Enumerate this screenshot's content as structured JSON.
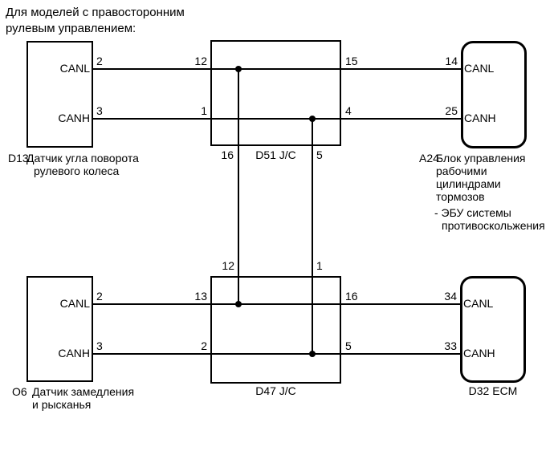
{
  "title": {
    "line1": "Для моделей с правосторонним",
    "line2": "рулевым управлением:"
  },
  "colors": {
    "line": "#000000",
    "background": "#ffffff",
    "text": "#000000"
  },
  "components": {
    "d13": {
      "code": "D13",
      "name_line1": "Датчик угла поворота",
      "name_line2": "рулевого колеса",
      "signal_canl": "CANL",
      "signal_canh": "CANH",
      "pin_canl": "2",
      "pin_canh": "3"
    },
    "d51": {
      "label": "D51 J/C",
      "pin_left_canl": "12",
      "pin_left_canh": "1",
      "pin_right_canl": "15",
      "pin_right_canh": "4",
      "pin_bottom_canl": "16",
      "pin_bottom_canh": "5"
    },
    "a24": {
      "code": "A24",
      "name_lines": [
        "Блок управления",
        "рабочими",
        "цилиндрами",
        "тормозов"
      ],
      "note_line1": "- ЭБУ системы",
      "note_line2": "противоскольжения",
      "signal_canl": "CANL",
      "signal_canh": "CANH",
      "pin_canl": "14",
      "pin_canh": "25"
    },
    "o6": {
      "code": "O6",
      "name_line1": "Датчик замедления",
      "name_line2": "и рысканья",
      "signal_canl": "CANL",
      "signal_canh": "CANH",
      "pin_canl": "2",
      "pin_canh": "3"
    },
    "d47": {
      "label": "D47 J/C",
      "pin_left_canl": "13",
      "pin_left_canh": "2",
      "pin_right_canl": "16",
      "pin_right_canh": "5",
      "pin_top_canl": "12",
      "pin_top_canh": "1"
    },
    "d32": {
      "label": "D32 ECM",
      "signal_canl": "CANL",
      "signal_canh": "CANH",
      "pin_canl": "34",
      "pin_canh": "33"
    }
  }
}
